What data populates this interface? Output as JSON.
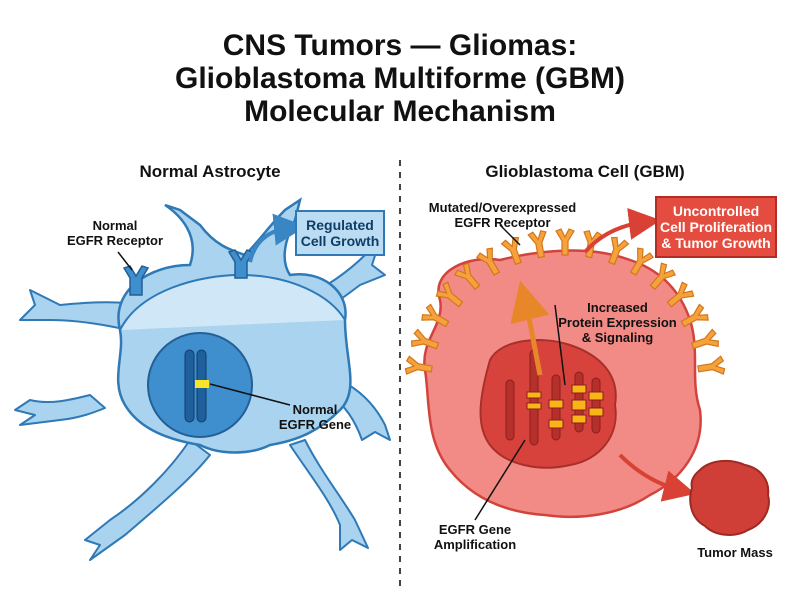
{
  "title": {
    "line1": "CNS Tumors — Gliomas:",
    "line2": "Glioblastoma Multiforme (GBM)",
    "line3": "Molecular Mechanism"
  },
  "normal": {
    "heading": "Normal Astrocyte",
    "receptor_label_1": "Normal",
    "receptor_label_2": "EGFR Receptor",
    "growth_box_1": "Regulated",
    "growth_box_2": "Cell Growth",
    "gene_label_1": "Normal",
    "gene_label_2": "EGFR Gene"
  },
  "gbm": {
    "heading": "Glioblastoma Cell (GBM)",
    "receptor_label_1": "Mutated/Overexpressed",
    "receptor_label_2": "EGFR Receptor",
    "prolif_box_1": "Uncontrolled",
    "prolif_box_2": "Cell Proliferation",
    "prolif_box_3": "& Tumor Growth",
    "signal_label_1": "Increased",
    "signal_label_2": "Protein Expression",
    "signal_label_3": "& Signaling",
    "amp_label_1": "EGFR Gene",
    "amp_label_2": "Amplification",
    "mass_label": "Tumor Mass"
  },
  "colors": {
    "astro_fill": "#a9d3ef",
    "astro_stroke": "#2e79b6",
    "nucleus_fill": "#3f8fcf",
    "gbm_fill": "#f28a86",
    "gbm_stroke": "#d2433b",
    "receptor_orange": "#f6a23c",
    "box_red": "#e44c3f"
  }
}
